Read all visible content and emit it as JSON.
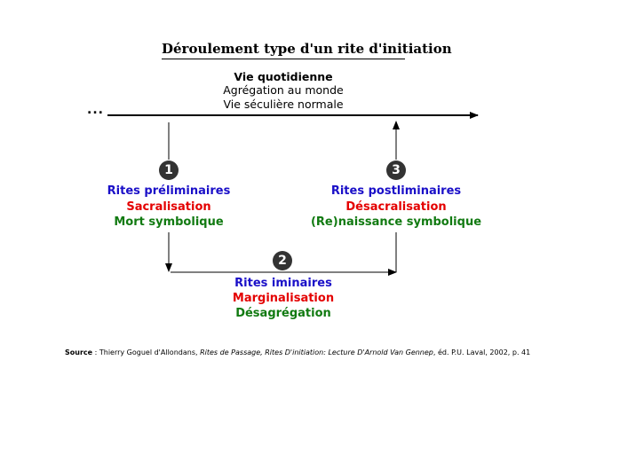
{
  "title": "Déroulement type d'un rite d'initiation",
  "top_block": {
    "heading": "Vie quotidienne",
    "line1": "Agrégation au monde",
    "line2": "Vie séculière normale"
  },
  "ellipsis": "...",
  "stage1": {
    "number": "1",
    "label_blue": "Rites préliminaires",
    "label_red": "Sacralisation",
    "label_green": "Mort symbolique"
  },
  "stage2": {
    "number": "2",
    "label_blue": "Rites iminaires",
    "label_red": "Marginalisation",
    "label_green": "Désagrégation"
  },
  "stage3": {
    "number": "3",
    "label_blue": "Rites postliminaires",
    "label_red": "Désacralisation",
    "label_green": "(Re)naissance symbolique"
  },
  "source": {
    "label": "Source",
    "sep": " : Thierry Goguel d'Allondans, ",
    "work": "Rites de Passage, Rites D'initiation: Lecture D'Arnold Van Gennep",
    "rest": ", éd. P.U. Laval, 2002, p. 41"
  },
  "colors": {
    "blue": "#1a0fc8",
    "red": "#e40000",
    "green": "#117a11",
    "badge": "#333333"
  }
}
